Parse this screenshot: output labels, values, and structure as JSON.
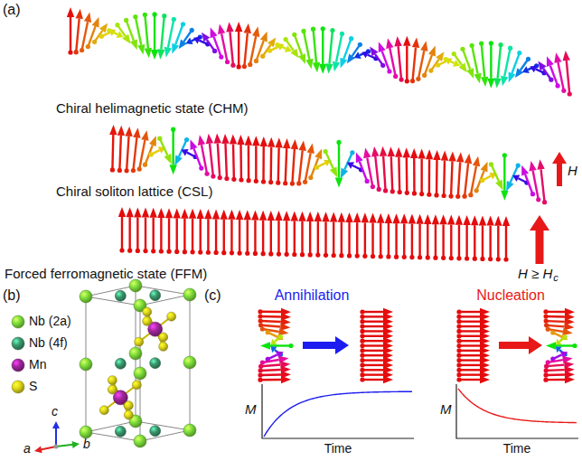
{
  "diagram": {
    "labels": [
      "(a)",
      "Chiral helimagnetic state (CHM)",
      "Chiral soliton lattice (CSL)",
      "H",
      "Forced ferromagnetic state (FFM)",
      "H ≥ H",
      "c",
      "(b)",
      "a",
      "b",
      "c",
      "(c)",
      "Annihilation",
      "Nucleation",
      "M",
      "Time",
      "M",
      "Time"
    ],
    "legend": [
      {
        "text": "Nb (2a)",
        "color": "#7ee03a"
      },
      {
        "text": "Nb (4f)",
        "color": "#3a9a6e"
      },
      {
        "text": "Mn",
        "color": "#a0269c"
      },
      {
        "text": "S",
        "color": "#e0d81a"
      }
    ]
  }
}
